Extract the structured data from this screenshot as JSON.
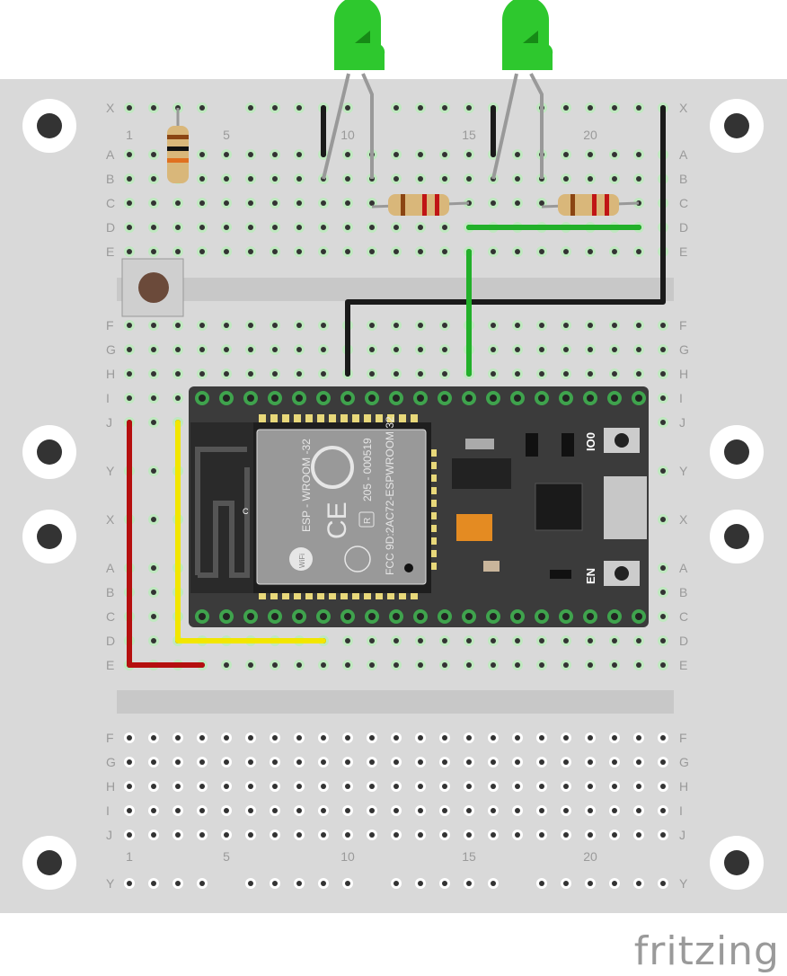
{
  "breadboard": {
    "top_rows": [
      "X",
      "A",
      "B",
      "C",
      "D",
      "E"
    ],
    "middle_rows": [
      "F",
      "G",
      "H",
      "I",
      "J",
      "Y",
      "X",
      "A",
      "B",
      "C",
      "D",
      "E"
    ],
    "bottom_rows": [
      "F",
      "G",
      "H",
      "I",
      "J",
      "Y"
    ],
    "column_numbers": [
      "1",
      "5",
      "10",
      "15",
      "20"
    ]
  },
  "esp32": {
    "module_name": "ESP - WROOM -32",
    "cert_code": "205 - 000519",
    "fcc_id": "FCC  9D:2AC72-ESPWROOM 32",
    "ce_mark": "CE",
    "r_mark": "R",
    "wifi_mark": "WiFi",
    "io0_label": "IO0",
    "en_label": "EN",
    "c_label": "C"
  },
  "wire_colors": {
    "black": "#1a1a1a",
    "green": "#22b02a",
    "red": "#b50f0f",
    "yellow": "#f2e600"
  },
  "logo": "fritzing"
}
